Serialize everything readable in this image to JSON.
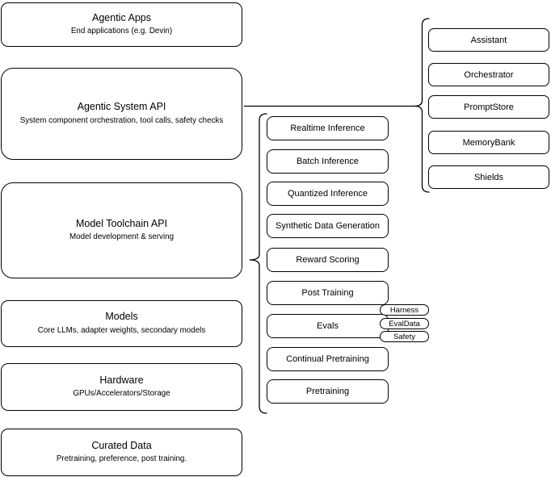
{
  "diagram": {
    "colors": {
      "stroke": "#000000",
      "background": "#ffffff",
      "text": "#000000"
    },
    "stack": [
      {
        "title": "Agentic Apps",
        "subtitle": "End applications (e.g. Devin)"
      },
      {
        "title": "Agentic System API",
        "subtitle": "System component orchestration, tool calls, safety checks"
      },
      {
        "title": "Model Toolchain API",
        "subtitle": "Model development & serving"
      },
      {
        "title": "Models",
        "subtitle": "Core LLMs, adapter weights, secondary models"
      },
      {
        "title": "Hardware",
        "subtitle": "GPUs/Accelerators/Storage"
      },
      {
        "title": "Curated Data",
        "subtitle": "Pretraining, preference, post training."
      }
    ],
    "system_api_components": [
      "Assistant",
      "Orchestrator",
      "PromptStore",
      "MemoryBank",
      "Shields"
    ],
    "toolchain_components": [
      "Realtime Inference",
      "Batch Inference",
      "Quantized Inference",
      "Synthetic Data Generation",
      "Reward Scoring",
      "Post Training",
      "Evals",
      "Continual Pretraining",
      "Pretraining"
    ],
    "evals_components": [
      "Harness",
      "EvalData",
      "Safety"
    ]
  }
}
